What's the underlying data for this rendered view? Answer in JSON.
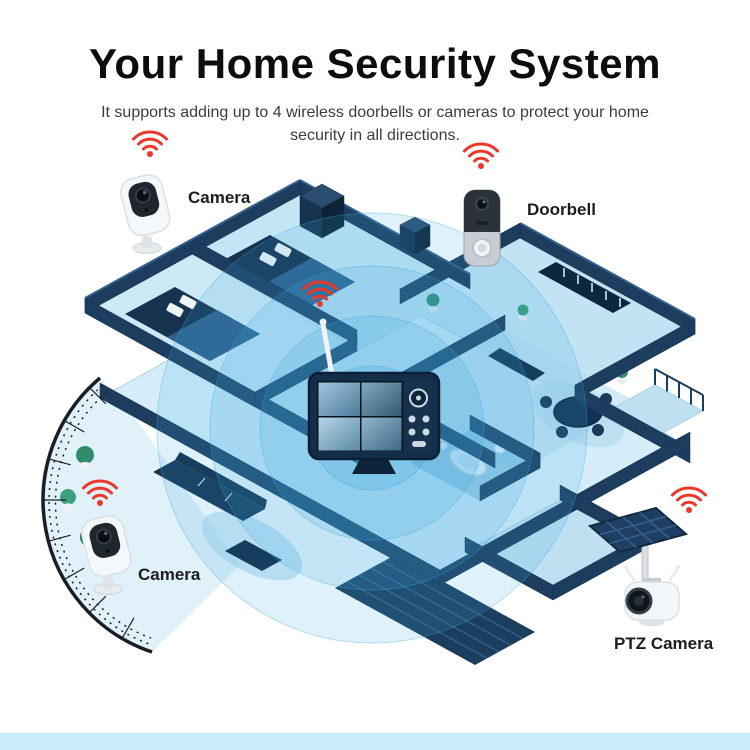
{
  "header": {
    "title": "Your Home Security System",
    "subtitle": "It supports adding up to 4 wireless doorbells or cameras to protect your home security in all directions."
  },
  "devices": [
    {
      "id": "camera-top-left",
      "label": "Camera",
      "icon": "wifi-signal-icon"
    },
    {
      "id": "doorbell-top-right",
      "label": "Doorbell",
      "icon": "wifi-signal-icon"
    },
    {
      "id": "camera-bottom-left",
      "label": "Camera",
      "icon": "wifi-signal-icon"
    },
    {
      "id": "ptz-camera-bottom-right",
      "label": "PTZ Camera",
      "icon": "wifi-signal-icon"
    }
  ],
  "hub": {
    "id": "wireless-monitor-hub",
    "camera_feed_count": 4,
    "icon": "wifi-signal-icon"
  },
  "colors": {
    "background": "#ffffff",
    "title_text": "#0d0d0d",
    "subtitle_text": "#3c3c3c",
    "label_text": "#1d1d1f",
    "wifi_red": "#e8392b",
    "signal_blue": "#3aa9df",
    "wall_navy": "#1d3d5e",
    "floor_light_blue": "#d6edf9",
    "footer_bar": "#c9edfa"
  }
}
